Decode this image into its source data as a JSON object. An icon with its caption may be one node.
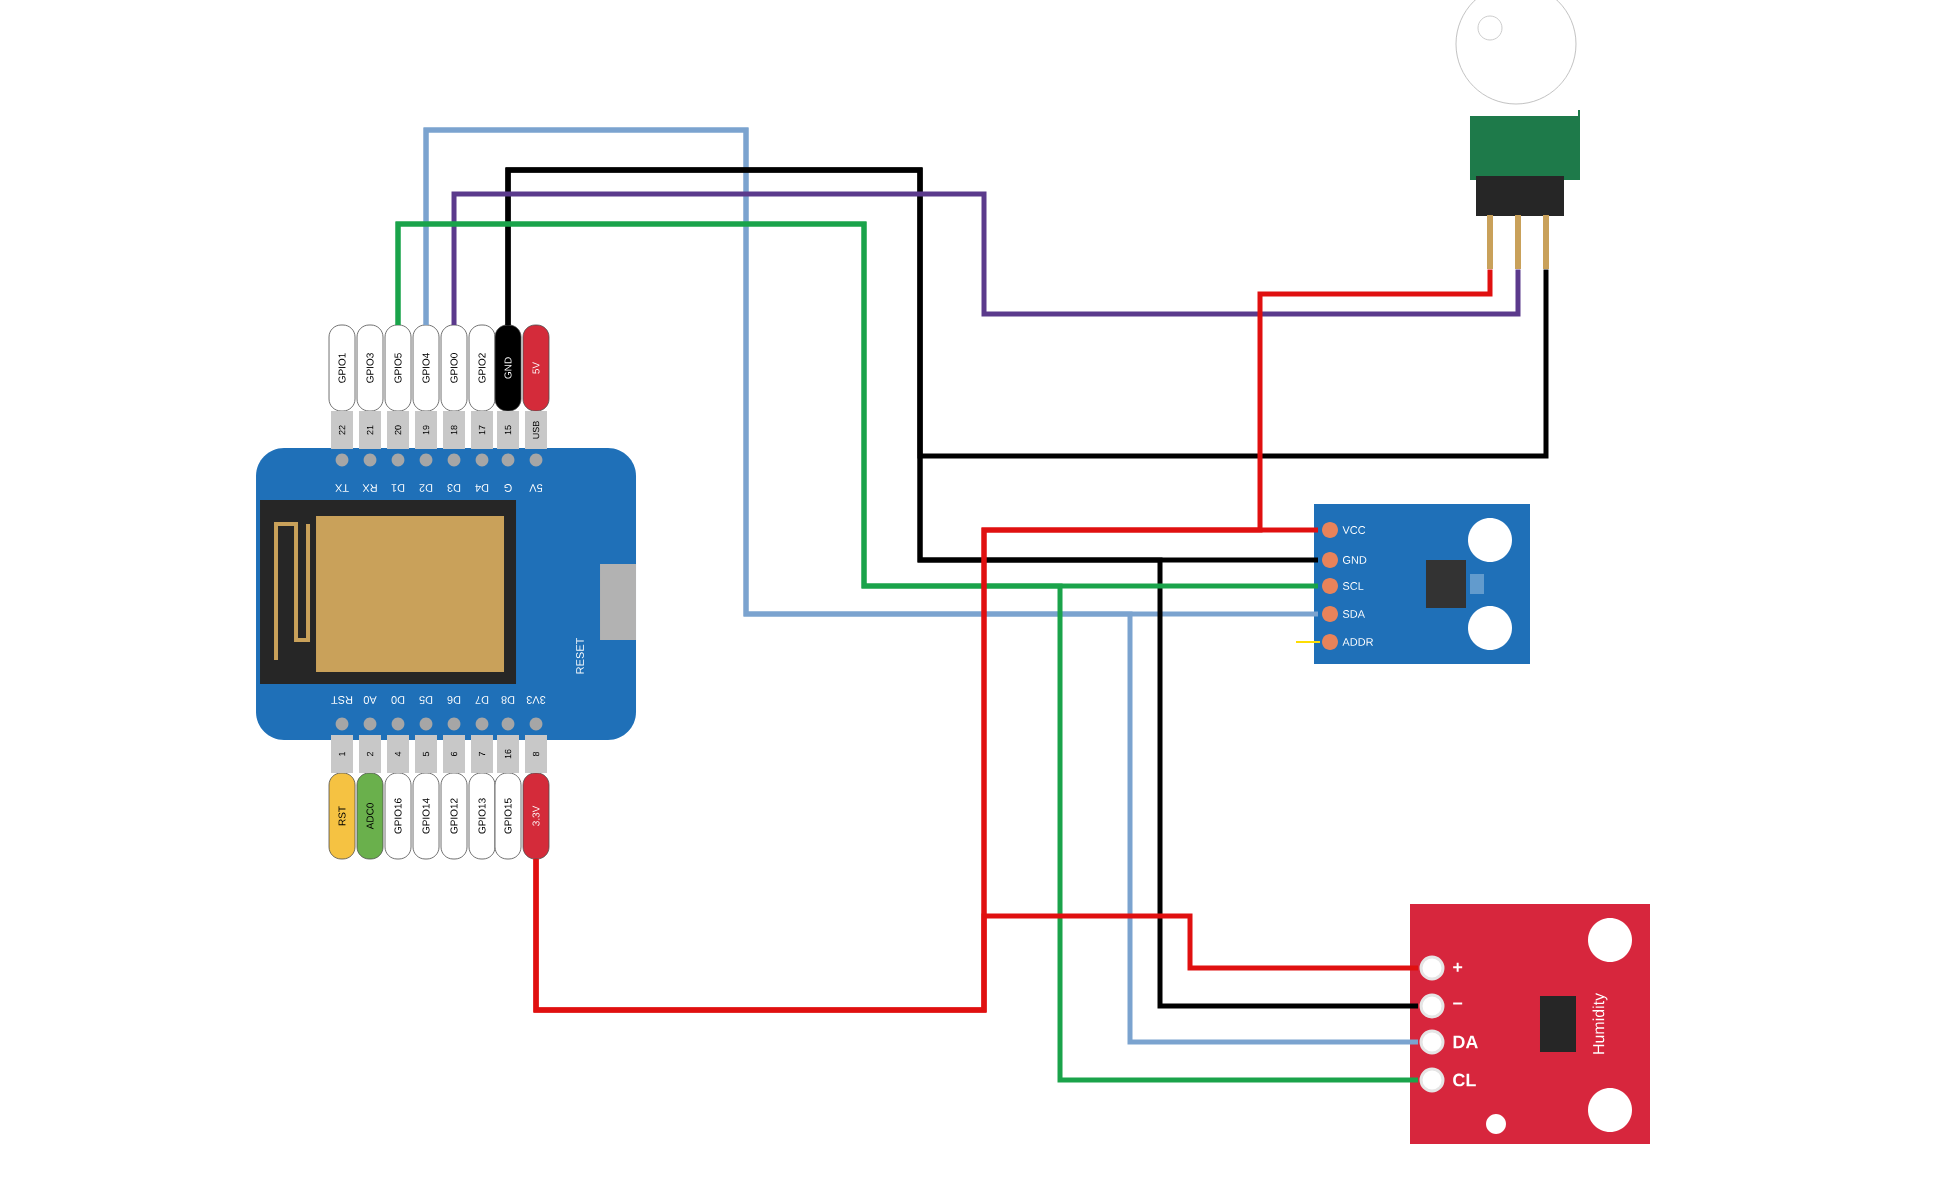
{
  "diagram": {
    "nodes": [
      {
        "text": [
          "GPIO1"
        ],
        "beside": [
          "22"
        ]
      },
      {
        "text": [
          "GPIO3"
        ],
        "beside": [
          "21"
        ]
      },
      {
        "text": [
          "GPIO5"
        ],
        "beside": [
          "20"
        ]
      },
      {
        "text": [
          "GPIO4"
        ],
        "beside": [
          "19"
        ]
      },
      {
        "text": [
          "GPIO0"
        ],
        "beside": [
          "18"
        ]
      },
      {
        "text": [
          "GPIO2"
        ],
        "beside": [
          "17"
        ]
      },
      {
        "text": [
          "GND"
        ],
        "beside": [
          "15"
        ]
      },
      {
        "text": [
          "5V"
        ],
        "beside": [
          "USB"
        ]
      },
      {
        "text": [
          "RST"
        ],
        "beside": [
          "1"
        ]
      },
      {
        "text": [
          "ADC0"
        ],
        "beside": [
          "2"
        ]
      },
      {
        "text": [
          "GPIO16"
        ],
        "beside": [
          "4"
        ]
      },
      {
        "text": [
          "GPIO14"
        ],
        "beside": [
          "5"
        ]
      },
      {
        "text": [
          "GPIO12"
        ],
        "beside": [
          "6"
        ]
      },
      {
        "text": [
          "GPIO13"
        ],
        "beside": [
          "7"
        ]
      },
      {
        "text": [
          "GPIO15"
        ],
        "beside": [
          "16"
        ]
      },
      {
        "text": [
          "3.3V"
        ],
        "beside": [
          "8"
        ]
      },
      {
        "text": [],
        "shape": "picture"
      },
      {
        "text": [],
        "shape": "bar"
      },
      {
        "text": [],
        "shape": "bar"
      },
      {
        "text": [],
        "shape": "bar"
      },
      {
        "text": [],
        "shape": "box"
      },
      {
        "text": [
          "VCC"
        ],
        "in": 20
      },
      {
        "text": [
          "GND"
        ],
        "in": 20
      },
      {
        "text": [
          "SCL"
        ],
        "in": 20
      },
      {
        "text": [
          "SDA"
        ],
        "in": 20
      },
      {
        "text": [
          "ADDR"
        ],
        "in": 20
      },
      {
        "text": [
          "Humidity"
        ]
      },
      {
        "text": [
          "+"
        ],
        "in": 26
      },
      {
        "text": [
          "−"
        ],
        "in": 26
      },
      {
        "text": [
          "DA"
        ],
        "in": 26
      },
      {
        "text": [
          "CL"
        ],
        "in": 26
      }
    ],
    "edges": [
      {
        "from": 3,
        "to": 24,
        "arrow": "none",
        "color": "#7ba3cf"
      },
      {
        "from": 3,
        "to": 29,
        "arrow": "none",
        "color": "#7ba3cf"
      },
      {
        "from": 6,
        "to": 22,
        "arrow": "none",
        "color": "#000000"
      },
      {
        "from": 6,
        "to": 19,
        "arrow": "none",
        "color": "#000000"
      },
      {
        "from": 6,
        "to": 28,
        "arrow": "none",
        "color": "#000000"
      },
      {
        "from": 4,
        "to": 18,
        "arrow": "none",
        "color": "#5b3a8c"
      },
      {
        "from": 2,
        "to": 23,
        "arrow": "none",
        "color": "#1aa34a"
      },
      {
        "from": 2,
        "to": 30,
        "arrow": "none",
        "color": "#1aa34a"
      },
      {
        "from": 15,
        "to": 21,
        "arrow": "none",
        "color": "#e01010"
      },
      {
        "from": 15,
        "to": 17,
        "arrow": "none",
        "color": "#e01010"
      },
      {
        "from": 15,
        "to": 27,
        "arrow": "none",
        "color": "#e01010"
      }
    ],
    "labels": [
      "TX",
      "RX",
      "D1",
      "D2",
      "D3",
      "D4",
      "G",
      "5V",
      "RST",
      "A0",
      "D0",
      "D5",
      "D6",
      "D7",
      "D8",
      "3V3",
      "RESET"
    ]
  }
}
